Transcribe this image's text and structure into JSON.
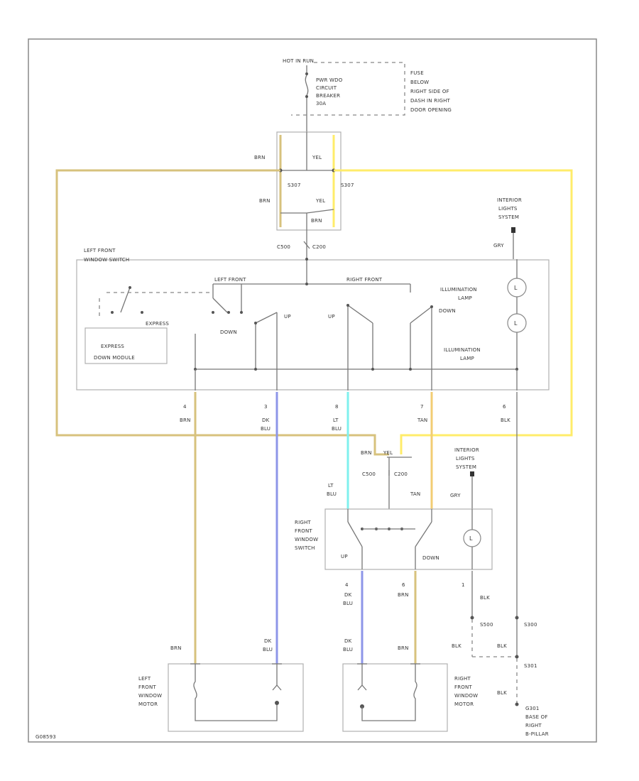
{
  "diagram": {
    "source": {
      "hot_label": "HOT IN RUN",
      "breaker_label": [
        "PWR WDO",
        "CIRCUIT",
        "BREAKER",
        "30A"
      ],
      "fuse_note": [
        "FUSE",
        "BELOW",
        "RIGHT SIDE OF",
        "DASH IN RIGHT",
        "DOOR OPENING"
      ]
    },
    "splice_block": {
      "top_left": "BRN",
      "top_right": "YEL",
      "mid_left": "S307",
      "mid_right": "S307",
      "bot_left": "BRN",
      "bot_right": "YEL",
      "bot_center": "BRN",
      "below": [
        "C500",
        "C200"
      ]
    },
    "interior_lights_top": {
      "label": [
        "INTERIOR",
        "LIGHTS",
        "SYSTEM"
      ],
      "wire": "GRY"
    },
    "left_switch": {
      "title": [
        "LEFT FRONT",
        "WINDOW SWITCH"
      ],
      "left_front": "LEFT FRONT",
      "right_front": "RIGHT FRONT",
      "express": "EXPRESS",
      "module": [
        "EXPRESS",
        "DOWN MODULE"
      ],
      "down": "DOWN",
      "up1": "UP",
      "up2": "UP",
      "down2": "DOWN",
      "lamp1": [
        "ILLUMINATION",
        "LAMP"
      ],
      "lamp2": [
        "ILLUMINATION",
        "LAMP"
      ],
      "pins": [
        "4",
        "3",
        "8",
        "7",
        "6"
      ],
      "wires": [
        [
          "BRN"
        ],
        [
          "DK",
          "BLU"
        ],
        [
          "LT",
          "BLU"
        ],
        [
          "TAN"
        ],
        [
          "BLK"
        ]
      ]
    },
    "middle_conn": {
      "labels": [
        "BRN",
        "YEL"
      ],
      "conn": [
        "C500",
        "C200"
      ],
      "left_wire": [
        "LT",
        "BLU"
      ],
      "right_wire": "TAN"
    },
    "interior_lights_mid": {
      "label": [
        "INTERIOR",
        "LIGHTS",
        "SYSTEM"
      ],
      "wire": "GRY"
    },
    "right_switch": {
      "title": [
        "RIGHT",
        "FRONT",
        "WINDOW",
        "SWITCH"
      ],
      "up": "UP",
      "down": "DOWN",
      "pins": [
        "4",
        "6",
        "1"
      ],
      "wires": [
        [
          "DK",
          "BLU"
        ],
        [
          "BRN"
        ],
        [
          "BLK"
        ]
      ]
    },
    "grounds": {
      "s_left": "S500",
      "s_right": "S300",
      "blk_left": "BLK",
      "blk_right": "BLK",
      "s_bottom": "S301",
      "blk_bottom": "BLK",
      "g_label": [
        "G301",
        "BASE OF",
        "RIGHT",
        "B-PILLAR"
      ]
    },
    "left_motor": {
      "label": [
        "LEFT",
        "FRONT",
        "WINDOW",
        "MOTOR"
      ],
      "wire_l": "BRN",
      "wire_r": [
        "DK",
        "BLU"
      ]
    },
    "right_motor": {
      "label": [
        "RIGHT",
        "FRONT",
        "WINDOW",
        "MOTOR"
      ],
      "wire_l": [
        "DK",
        "BLU"
      ],
      "wire_r": "BRN"
    },
    "figure_id": "G08593"
  }
}
